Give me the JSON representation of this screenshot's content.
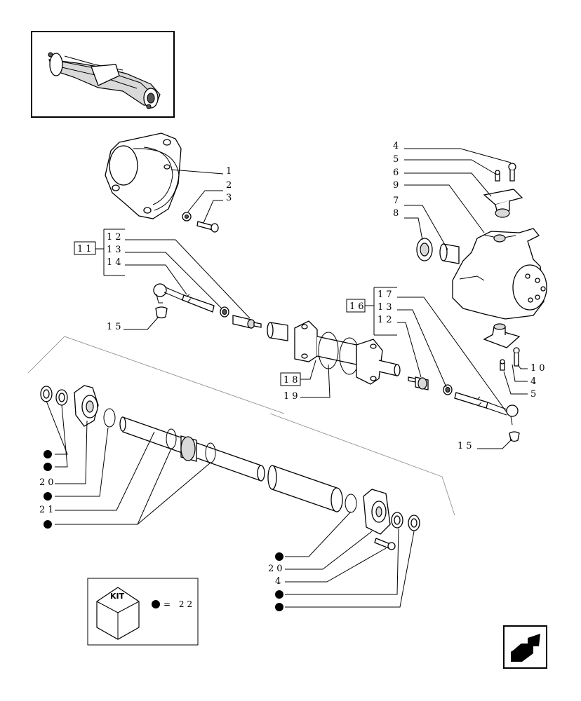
{
  "callouts": {
    "l1": "1",
    "l2": "2",
    "l3": "3",
    "l11": "11",
    "l12a": "12",
    "l13a": "13",
    "l14": "14",
    "l15a": "15",
    "l4a": "4",
    "l5a": "5",
    "l6": "6",
    "l9": "9",
    "l7": "7",
    "l8": "8",
    "l10": "10",
    "l4b": "4",
    "l5b": "5",
    "l16": "16",
    "l17": "17",
    "l13b": "13",
    "l12b": "12",
    "l18": "18",
    "l19": "19",
    "l15b": "15",
    "l20a": "20",
    "l21": "21",
    "l20b": "20",
    "l4c": "4"
  },
  "kit": {
    "label": "KIT",
    "value": "= 22"
  },
  "icons": {
    "thumbnail": "axle-overview-thumbnail",
    "kit_box": "cube-icon",
    "kit_dot": "bullet-dot-icon",
    "nav": "arrow-navigation-icon"
  }
}
